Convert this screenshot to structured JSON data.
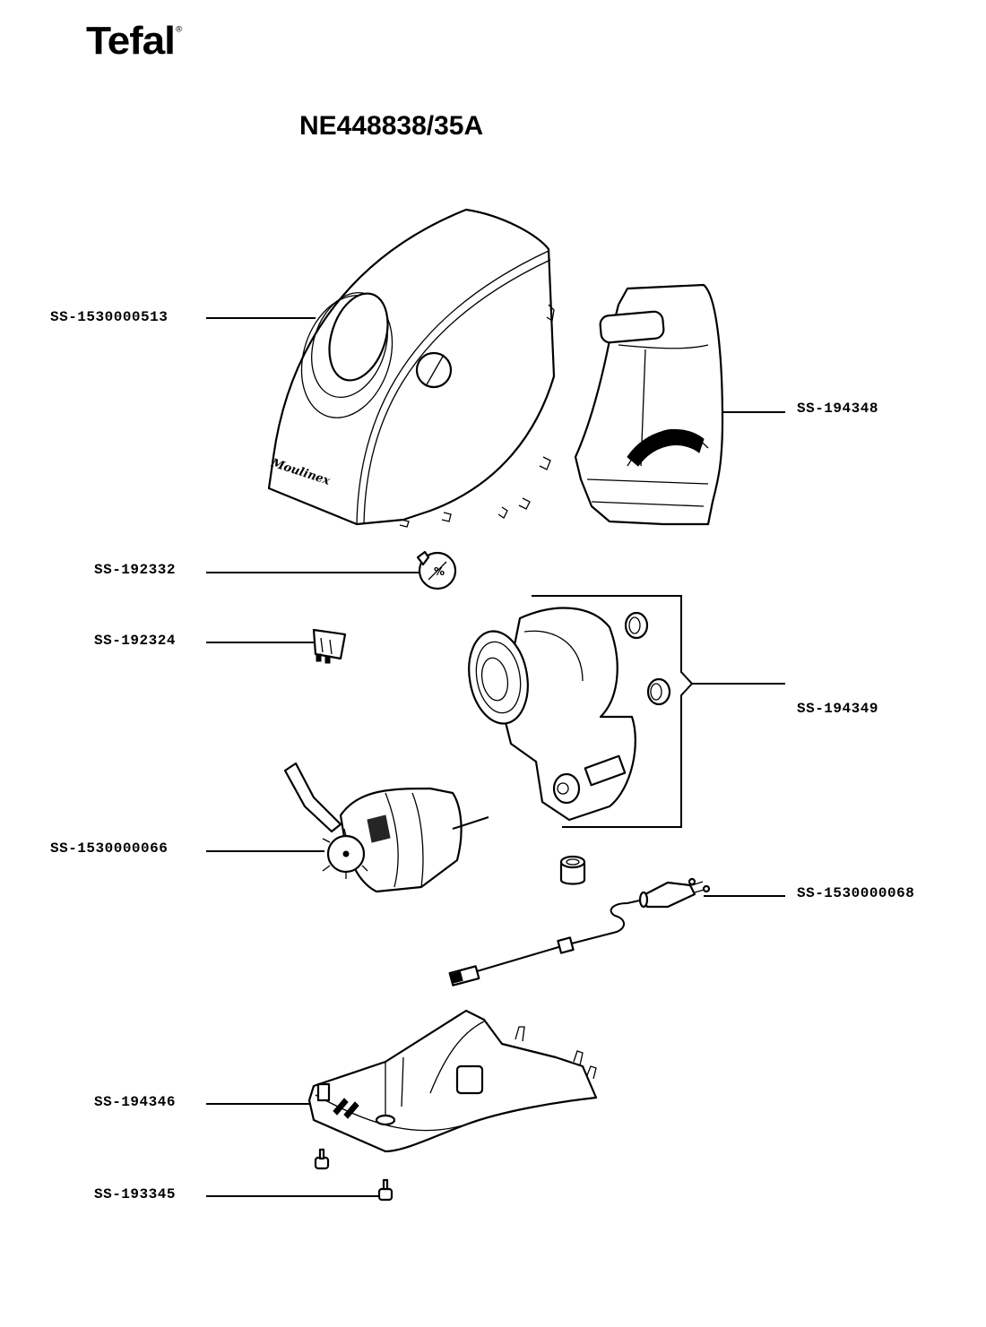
{
  "header": {
    "brand": "Tefal",
    "brand_mark": "®",
    "model_number": "NE448838/35A"
  },
  "parts": [
    {
      "id": "housing",
      "label": "SS-1530000513",
      "description": "outer housing cover"
    },
    {
      "id": "inner-frame",
      "label": "SS-194348",
      "description": "inner housing frame"
    },
    {
      "id": "knob",
      "label": "SS-192332",
      "description": "selector knob"
    },
    {
      "id": "switch",
      "label": "SS-192324",
      "description": "switch"
    },
    {
      "id": "gearbox",
      "label": "SS-194349",
      "description": "gearbox assembly"
    },
    {
      "id": "motor",
      "label": "SS-1530000066",
      "description": "motor"
    },
    {
      "id": "power-cord",
      "label": "SS-1530000068",
      "description": "power cord"
    },
    {
      "id": "base",
      "label": "SS-194346",
      "description": "base"
    },
    {
      "id": "foot",
      "label": "SS-193345",
      "description": "foot"
    }
  ],
  "housing_logo_text": "Moulinex"
}
